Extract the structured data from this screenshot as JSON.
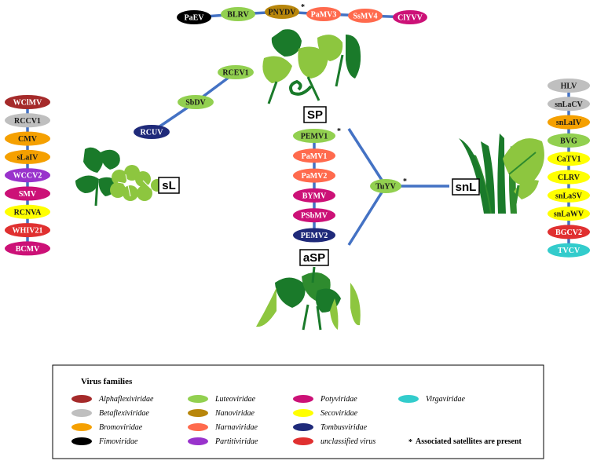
{
  "colors": {
    "link": "#4472c4",
    "Alphaflexiviridae": "#a52a2a",
    "Betaflexiviridae": "#bfbfbf",
    "Bromoviridae": "#f5a000",
    "Fimoviridae": "#000000",
    "Luteoviridae": "#92d050",
    "Nanoviridae": "#b8860b",
    "Narnaviridae": "#ff6a4d",
    "Partitiviridae": "#9933cc",
    "Potyviridae": "#cc1177",
    "Secoviridae": "#ffff00",
    "Tombusviridae": "#1f2a7a",
    "unclassified": "#e03030",
    "Virgaviridae": "#33cccc",
    "plant_dark": "#1a7a2a",
    "plant_light": "#8dc63f"
  },
  "groups": {
    "top_chain": [
      {
        "label": "PaEV",
        "family": "Fimoviridae"
      },
      {
        "label": "BLRV",
        "family": "Luteoviridae"
      },
      {
        "label": "PNYDV",
        "family": "Nanoviridae",
        "satellite": true
      },
      {
        "label": "PaMV3",
        "family": "Narnaviridae"
      },
      {
        "label": "SsMV4",
        "family": "Narnaviridae"
      },
      {
        "label": "ClYVV",
        "family": "Potyviridae"
      }
    ],
    "diag_chain": [
      {
        "label": "RCEV1",
        "family": "Luteoviridae"
      },
      {
        "label": "SbDV",
        "family": "Luteoviridae"
      },
      {
        "label": "RCUV",
        "family": "Tombusviridae"
      }
    ],
    "sL": {
      "hub": "sL",
      "viruses": [
        {
          "label": "WClMV",
          "family": "Alphaflexiviridae"
        },
        {
          "label": "RCCV1",
          "family": "Betaflexiviridae"
        },
        {
          "label": "CMV",
          "family": "Bromoviridae"
        },
        {
          "label": "sLaIV",
          "family": "Bromoviridae"
        },
        {
          "label": "WCCV2",
          "family": "Partitiviridae"
        },
        {
          "label": "SMV",
          "family": "Potyviridae"
        },
        {
          "label": "RCNVA",
          "family": "Secoviridae"
        },
        {
          "label": "WHIV21",
          "family": "unclassified"
        },
        {
          "label": "BCMV",
          "family": "Potyviridae"
        }
      ]
    },
    "SP": {
      "hub": "SP",
      "viruses": [
        {
          "label": "PEMV1",
          "family": "Luteoviridae",
          "satellite": true
        },
        {
          "label": "PaMV1",
          "family": "Narnaviridae"
        },
        {
          "label": "PaMV2",
          "family": "Narnaviridae"
        },
        {
          "label": "BYMV",
          "family": "Potyviridae"
        },
        {
          "label": "PSbMV",
          "family": "Potyviridae"
        },
        {
          "label": "PEMV2",
          "family": "Tombusviridae"
        }
      ]
    },
    "aSP": {
      "hub": "aSP"
    },
    "center": {
      "label": "TuYV",
      "family": "Luteoviridae",
      "satellite": true
    },
    "snL": {
      "hub": "snL",
      "viruses": [
        {
          "label": "HLV",
          "family": "Betaflexiviridae"
        },
        {
          "label": "snLaCV",
          "family": "Betaflexiviridae"
        },
        {
          "label": "snLaIV",
          "family": "Bromoviridae"
        },
        {
          "label": "BVG",
          "family": "Luteoviridae"
        },
        {
          "label": "CaTV1",
          "family": "Secoviridae"
        },
        {
          "label": "CLRV",
          "family": "Secoviridae"
        },
        {
          "label": "snLaSV",
          "family": "Secoviridae"
        },
        {
          "label": "snLaWV",
          "family": "Secoviridae"
        },
        {
          "label": "BGCV2",
          "family": "unclassified"
        },
        {
          "label": "TVCV",
          "family": "Virgaviridae"
        }
      ]
    }
  },
  "legend": {
    "title": "Virus families",
    "items": [
      {
        "label": "Alphaflexiviridae",
        "family": "Alphaflexiviridae"
      },
      {
        "label": "Betaflexiviridae",
        "family": "Betaflexiviridae"
      },
      {
        "label": "Bromoviridae",
        "family": "Bromoviridae"
      },
      {
        "label": "Fimoviridae",
        "family": "Fimoviridae"
      },
      {
        "label": "Luteoviridae",
        "family": "Luteoviridae"
      },
      {
        "label": "Nanoviridae",
        "family": "Nanoviridae"
      },
      {
        "label": "Narnaviridae",
        "family": "Narnaviridae"
      },
      {
        "label": "Partitiviridae",
        "family": "Partitiviridae"
      },
      {
        "label": "Potyviridae",
        "family": "Potyviridae"
      },
      {
        "label": "Secoviridae",
        "family": "Secoviridae"
      },
      {
        "label": "Tombusviridae",
        "family": "Tombusviridae"
      },
      {
        "label": "unclassified virus",
        "family": "unclassified"
      },
      {
        "label": "Virgaviridae",
        "family": "Virgaviridae"
      }
    ],
    "note": "Associated satellites are present",
    "star": "*"
  }
}
